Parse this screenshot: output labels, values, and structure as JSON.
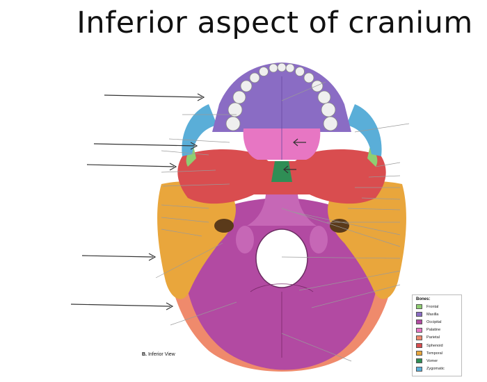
{
  "title": "Inferior aspect of cranium",
  "caption": {
    "letter": "B.",
    "text": "Inferior View"
  },
  "legend": {
    "title": "Bones:",
    "items": [
      {
        "label": "Frontal",
        "color": "#8fce72"
      },
      {
        "label": "Maxilla",
        "color": "#8a6cc4"
      },
      {
        "label": "Occipital",
        "color": "#b24aa2"
      },
      {
        "label": "Palatine",
        "color": "#e776c3"
      },
      {
        "label": "Parietal",
        "color": "#ef8a6c"
      },
      {
        "label": "Sphenoid",
        "color": "#d94d4f"
      },
      {
        "label": "Temporal",
        "color": "#e9a63c"
      },
      {
        "label": "Vomer",
        "color": "#2f8e55"
      },
      {
        "label": "Zygomatic",
        "color": "#5aaed8"
      }
    ]
  }
}
